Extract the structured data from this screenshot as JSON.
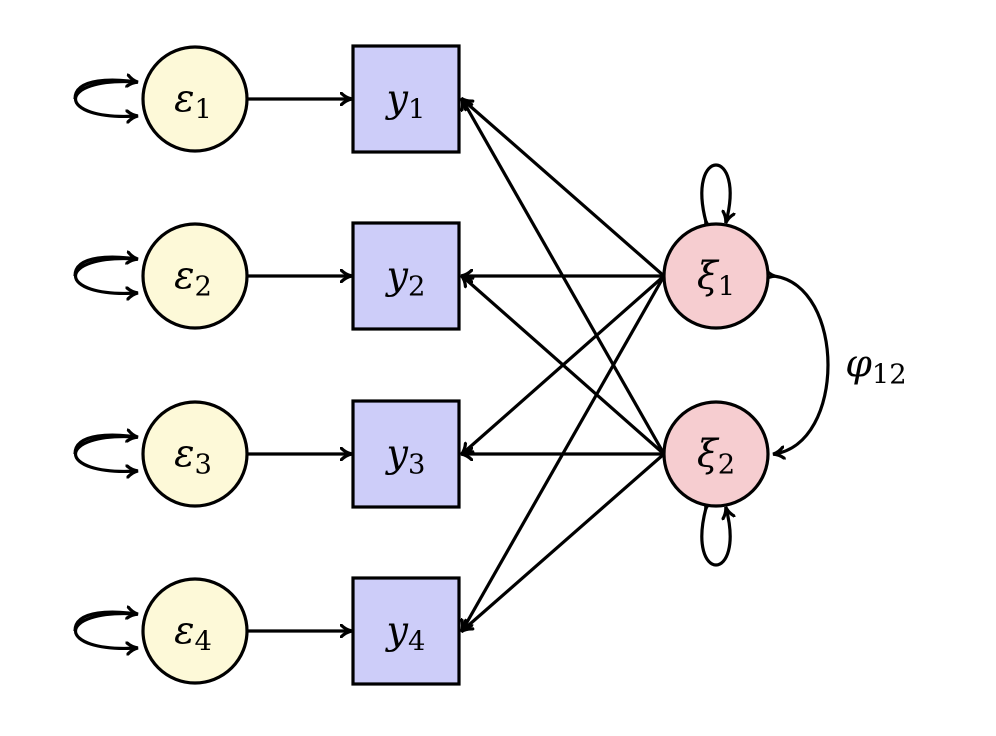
{
  "diagram": {
    "type": "structural-equation-model",
    "colors": {
      "error_fill": "#FDF9D8",
      "observed_fill": "#CDCDF9",
      "latent_fill": "#F6CDD0",
      "stroke": "#000000"
    },
    "errors": [
      {
        "id": "e1",
        "symbol": "ε",
        "sub": "1",
        "target": "y1",
        "self_loop": true
      },
      {
        "id": "e2",
        "symbol": "ε",
        "sub": "2",
        "target": "y2",
        "self_loop": true
      },
      {
        "id": "e3",
        "symbol": "ε",
        "sub": "3",
        "target": "y3",
        "self_loop": true
      },
      {
        "id": "e4",
        "symbol": "ε",
        "sub": "4",
        "target": "y4",
        "self_loop": true
      }
    ],
    "observed": [
      {
        "id": "y1",
        "symbol": "y",
        "sub": "1"
      },
      {
        "id": "y2",
        "symbol": "y",
        "sub": "2"
      },
      {
        "id": "y3",
        "symbol": "y",
        "sub": "3"
      },
      {
        "id": "y4",
        "symbol": "y",
        "sub": "4"
      }
    ],
    "latent": [
      {
        "id": "xi1",
        "symbol": "ξ",
        "sub": "1",
        "self_loop": "top"
      },
      {
        "id": "xi2",
        "symbol": "ξ",
        "sub": "2",
        "self_loop": "bottom"
      }
    ],
    "loadings": [
      {
        "from": "xi1",
        "to": "y1"
      },
      {
        "from": "xi1",
        "to": "y2"
      },
      {
        "from": "xi1",
        "to": "y3"
      },
      {
        "from": "xi1",
        "to": "y4"
      },
      {
        "from": "xi2",
        "to": "y1"
      },
      {
        "from": "xi2",
        "to": "y2"
      },
      {
        "from": "xi2",
        "to": "y3"
      },
      {
        "from": "xi2",
        "to": "y4"
      }
    ],
    "covariance": {
      "from": "xi1",
      "to": "xi2",
      "symbol": "φ",
      "sub": "12"
    }
  }
}
